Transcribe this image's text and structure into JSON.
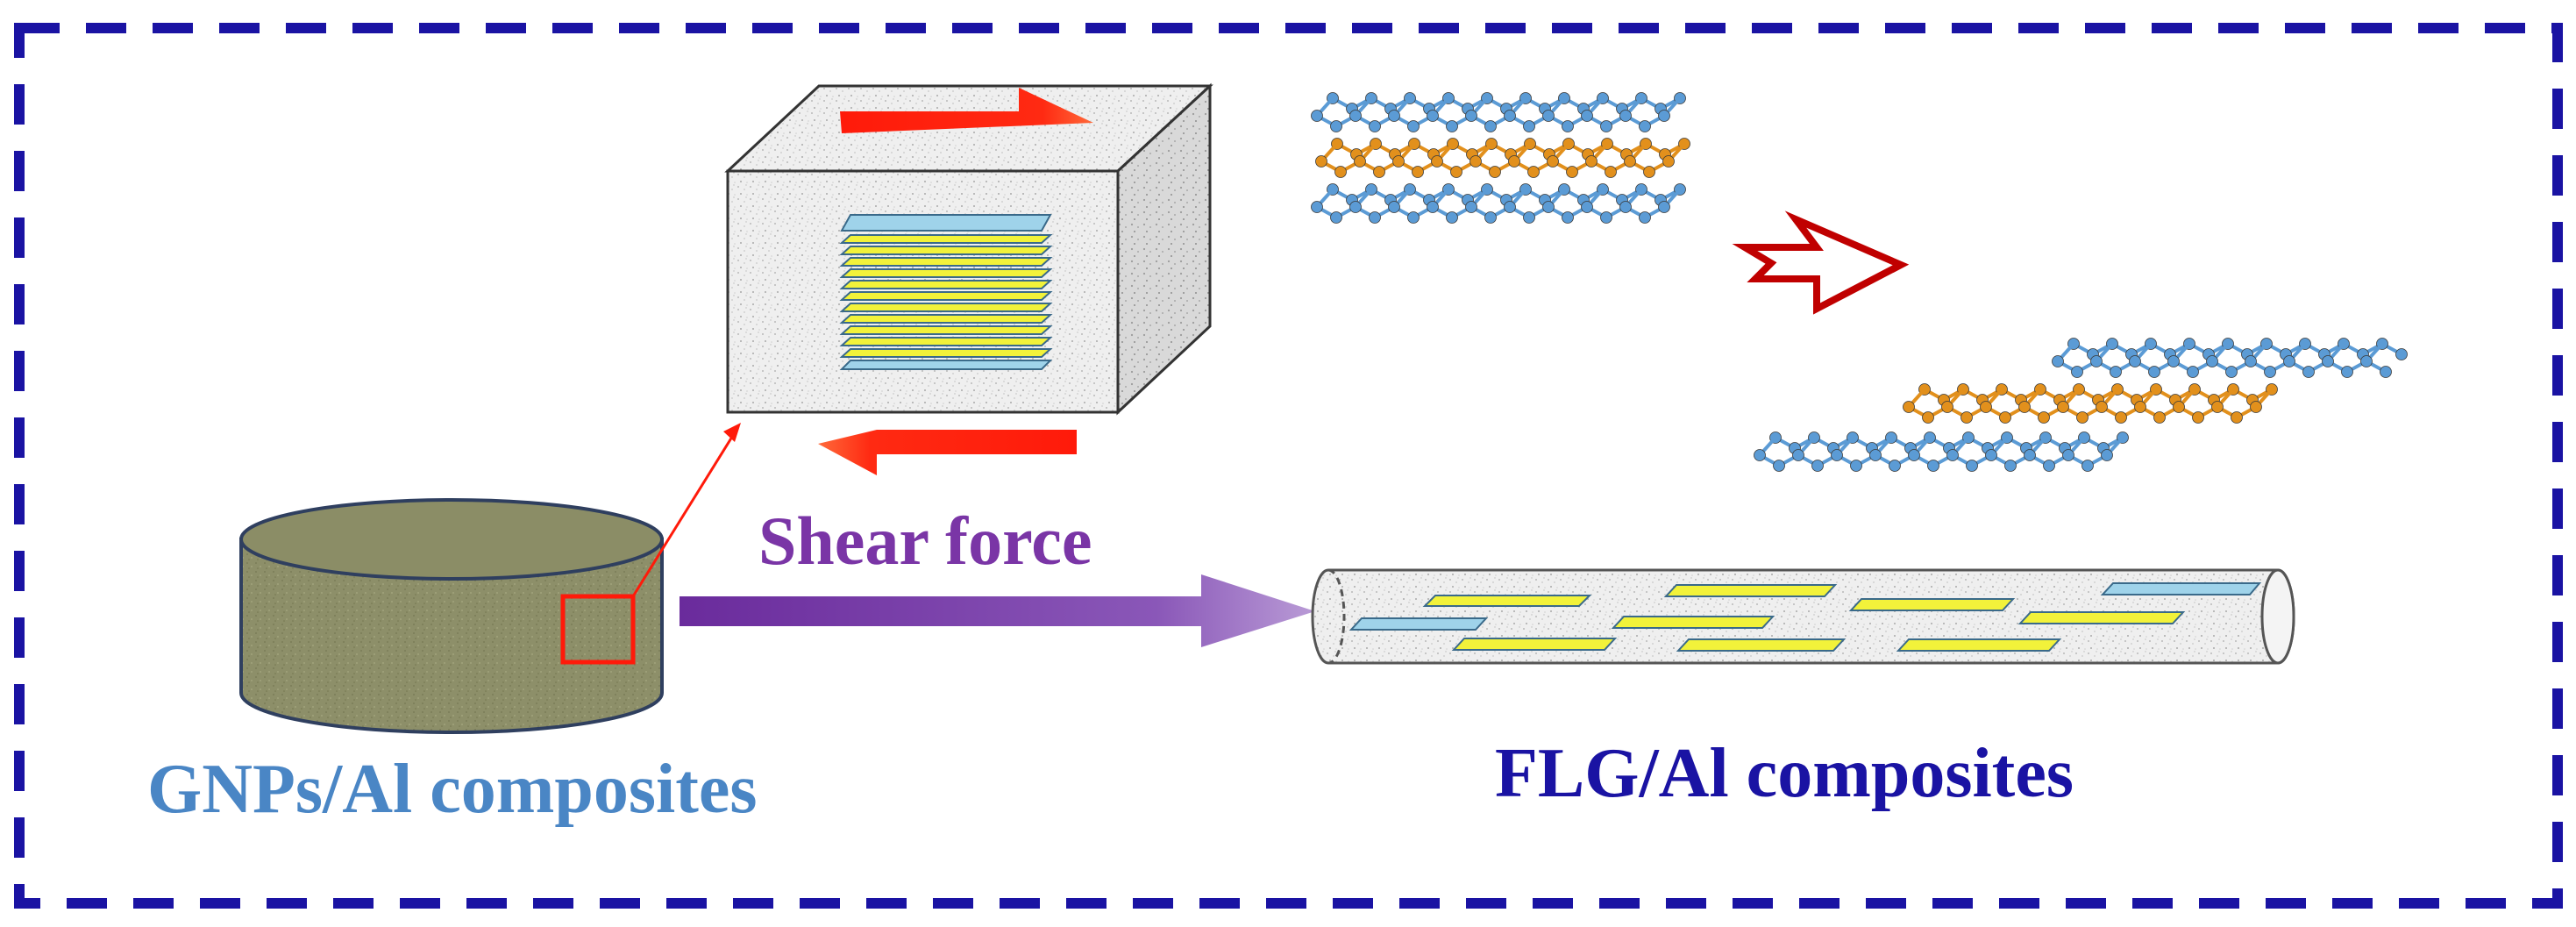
{
  "labels": {
    "shear_force": "Shear force",
    "gnps_al": "GNPs/Al composites",
    "flg_al": "FLG/Al composites"
  },
  "colors": {
    "frame_dash": "#1a13a3",
    "shear_label": "#7a35a6",
    "gnps_label": "#4a86c5",
    "flg_label": "#1a13a3",
    "process_arrow": "#7a35a6",
    "shear_arrows": "#ff1a0a",
    "zoom_lines": "#ff0000",
    "graphene_blue": "#5b9bd5",
    "graphene_orange": "#e2901c",
    "flake_yellow": "#f2f23a",
    "flake_blue": "#9fd3ea",
    "billet_fill": "#8b8d66",
    "transition_arrow": "#c00000"
  },
  "icons": {
    "billet": "cylinder-billet",
    "matrix_cube": "matrix-cube",
    "process_arrow": "arrow-right",
    "rod": "extruded-rod",
    "transition_arrow": "hollow-arrow-right"
  }
}
